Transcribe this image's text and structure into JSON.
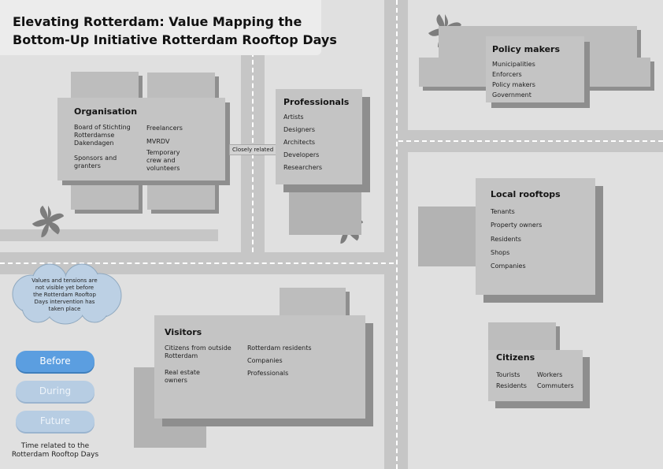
{
  "title": {
    "line1": "Elevating Rotterdam: Value Mapping the",
    "line2": "Bottom-Up Initiative Rotterdam Rooftop Days"
  },
  "connector_label": "Closely related",
  "cards": {
    "organisation": {
      "title": "Organisation",
      "col1": [
        "Board of Stichting",
        "Rotterdamse",
        "Dakendagen",
        "",
        "Sponsors and",
        "granters"
      ],
      "col2": [
        "Freelancers",
        "MVRDV",
        "Temporary",
        "crew and",
        "volunteers"
      ]
    },
    "professionals": {
      "title": "Professionals",
      "items": [
        "Artists",
        "Designers",
        "Architects",
        "Developers",
        "Researchers"
      ]
    },
    "policy_makers": {
      "title": "Policy makers",
      "items": [
        "Municipalities",
        "Enforcers",
        "Policy makers",
        "Government"
      ]
    },
    "local_rooftops": {
      "title": "Local rooftops",
      "items": [
        "Tenants",
        "Property owners",
        "Residents",
        "Shops",
        "Companies"
      ]
    },
    "visitors": {
      "title": "Visitors",
      "col1": [
        "Citizens from outside",
        "Rotterdam",
        "",
        "Real estate",
        "owners"
      ],
      "col2": [
        "Rotterdam residents",
        "Companies",
        "Professionals"
      ]
    },
    "citizens": {
      "title": "Citizens",
      "col1": [
        "Tourists",
        "Residents"
      ],
      "col2": [
        "Workers",
        "Commuters"
      ]
    }
  },
  "cloud": {
    "lines": [
      "Values and tensions are",
      "not visible yet before",
      "the Rotterdam Rooftop",
      "Days intervention has",
      "taken place"
    ]
  },
  "time_buttons": [
    {
      "label": "Before",
      "state": "active"
    },
    {
      "label": "During",
      "state": "inactive"
    },
    {
      "label": "Future",
      "state": "inactive"
    }
  ],
  "time_caption": [
    "Time related to the",
    "Rotterdam Rooftop Days"
  ],
  "colors": {
    "active": "#5b9ee0",
    "inactive": "#b7cde3",
    "background": "#e0e0e0",
    "road": "#c6c6c6"
  }
}
